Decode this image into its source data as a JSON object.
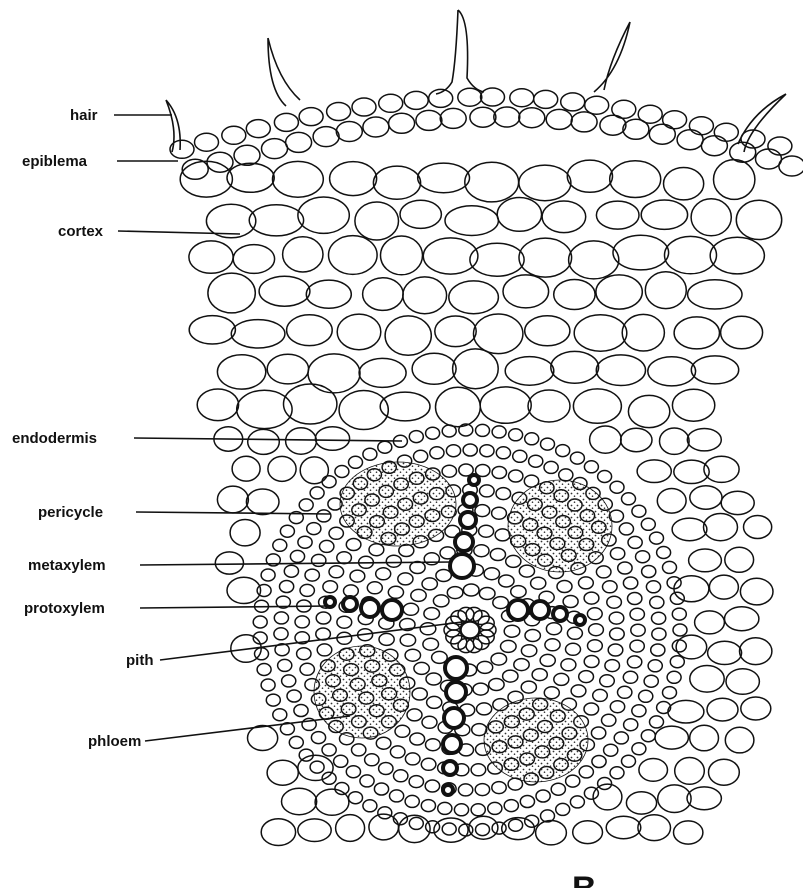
{
  "diagram": {
    "labels": [
      {
        "id": "hair",
        "text": "hair"
      },
      {
        "id": "epiblema",
        "text": "epiblema"
      },
      {
        "id": "cortex",
        "text": "cortex"
      },
      {
        "id": "endodermis",
        "text": "endodermis"
      },
      {
        "id": "pericycle",
        "text": "pericycle"
      },
      {
        "id": "metaxylem",
        "text": "metaxylem"
      },
      {
        "id": "protoxylem",
        "text": "protoxylem"
      },
      {
        "id": "pith",
        "text": "pith"
      },
      {
        "id": "phloem",
        "text": "phloem"
      }
    ],
    "figure_letter": "B"
  }
}
